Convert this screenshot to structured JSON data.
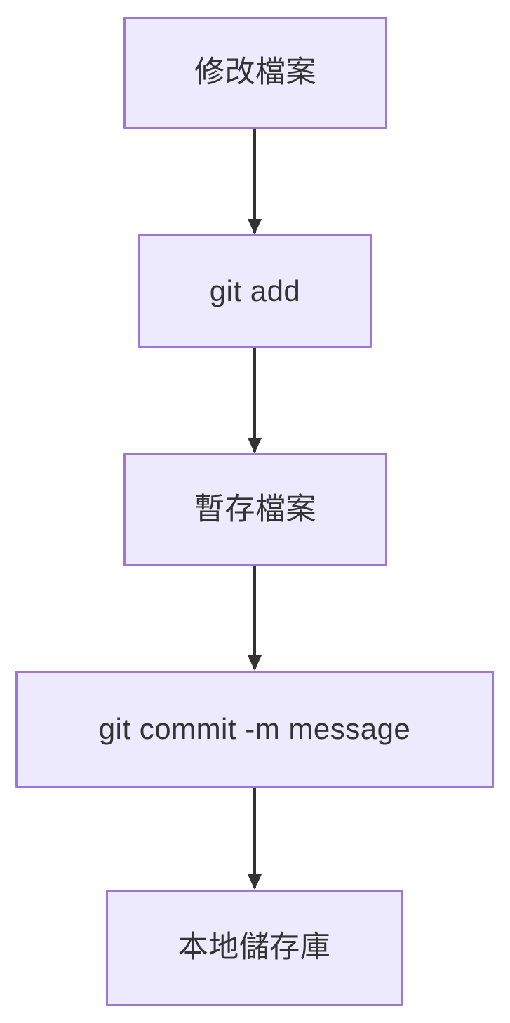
{
  "diagram": {
    "type": "flowchart",
    "direction": "top-down",
    "title": "",
    "colors": {
      "node_fill": "#ECEAFC",
      "node_border": "#9A77DB",
      "node_text": "#333333",
      "edge_stroke": "#333333",
      "background": "#FFFFFF"
    },
    "nodes": [
      {
        "id": "n0",
        "label": "修改檔案",
        "script": "cjk"
      },
      {
        "id": "n1",
        "label": "git add",
        "script": "latin"
      },
      {
        "id": "n2",
        "label": "暫存檔案",
        "script": "cjk"
      },
      {
        "id": "n3",
        "label": "git commit -m message",
        "script": "latin"
      },
      {
        "id": "n4",
        "label": "本地儲存庫",
        "script": "cjk"
      }
    ],
    "edges": [
      {
        "from": "n0",
        "to": "n1",
        "label": "",
        "arrow": "solid-triangle"
      },
      {
        "from": "n1",
        "to": "n2",
        "label": "",
        "arrow": "solid-triangle"
      },
      {
        "from": "n2",
        "to": "n3",
        "label": "",
        "arrow": "solid-triangle"
      },
      {
        "from": "n3",
        "to": "n4",
        "label": "",
        "arrow": "solid-triangle"
      }
    ]
  }
}
